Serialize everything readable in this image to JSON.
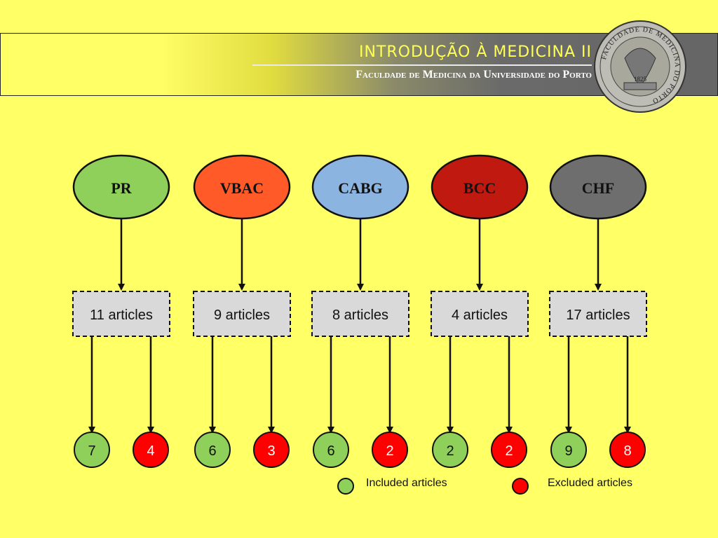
{
  "header": {
    "course_title": "INTRODUÇÃO À MEDICINA II",
    "faculty_title": "Faculdade de Medicina da Universidade do Porto",
    "seal": {
      "ring_text": "FACULDADE DE MEDICINA DO PORTO",
      "year": "1825"
    }
  },
  "groups": [
    {
      "name": "PR",
      "color": "#8ed05a",
      "articles": "11 articles",
      "included": "7",
      "excluded": "4"
    },
    {
      "name": "VBAC",
      "color": "#ff5a28",
      "articles": "9 articles",
      "included": "6",
      "excluded": "3"
    },
    {
      "name": "CABG",
      "color": "#8cb4e0",
      "articles": "8 articles",
      "included": "6",
      "excluded": "2"
    },
    {
      "name": "BCC",
      "color": "#c01a10",
      "articles": "4 articles",
      "included": "2",
      "excluded": "2"
    },
    {
      "name": "CHF",
      "color": "#6e6e6e",
      "articles": "17 articles",
      "included": "9",
      "excluded": "8"
    }
  ],
  "legend": {
    "included_label": "Included articles",
    "excluded_label": "Excluded articles",
    "included_color": "#8ed05a",
    "excluded_color": "#ff0000"
  }
}
